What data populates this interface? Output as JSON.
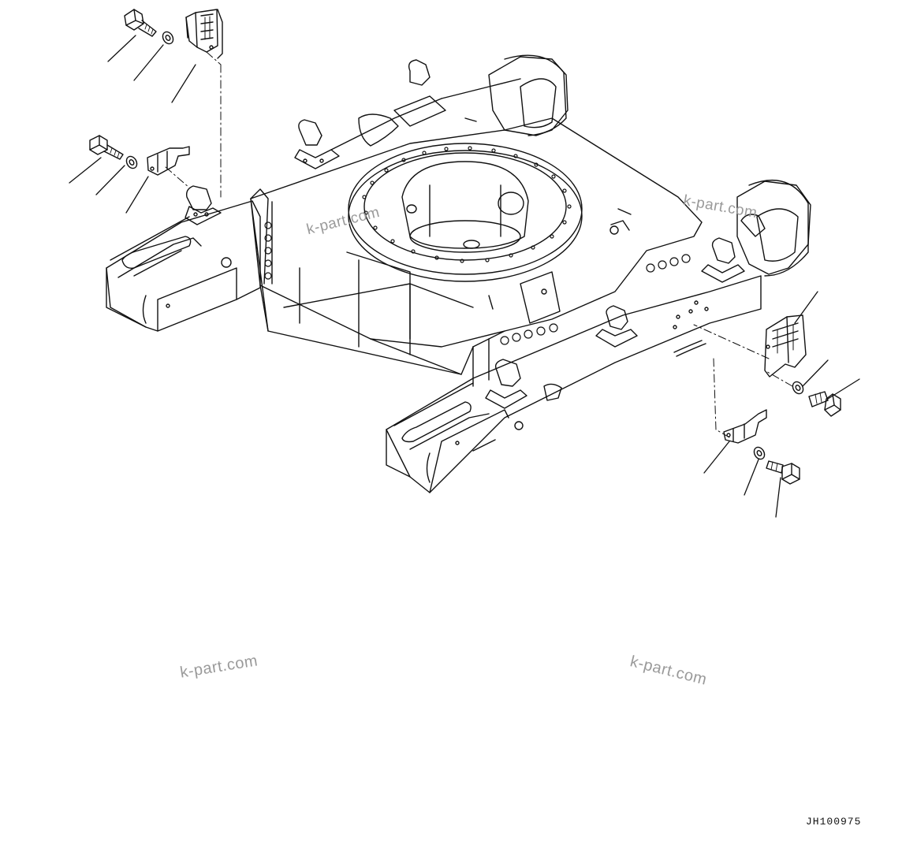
{
  "watermarks": [
    "k-part.com",
    "k-part.com",
    "k-part.com",
    "k-part.com"
  ],
  "drawing_code": "JH100975",
  "colors": {
    "line": "#111111",
    "watermark": "#9a9a9a",
    "background": "#ffffff"
  }
}
